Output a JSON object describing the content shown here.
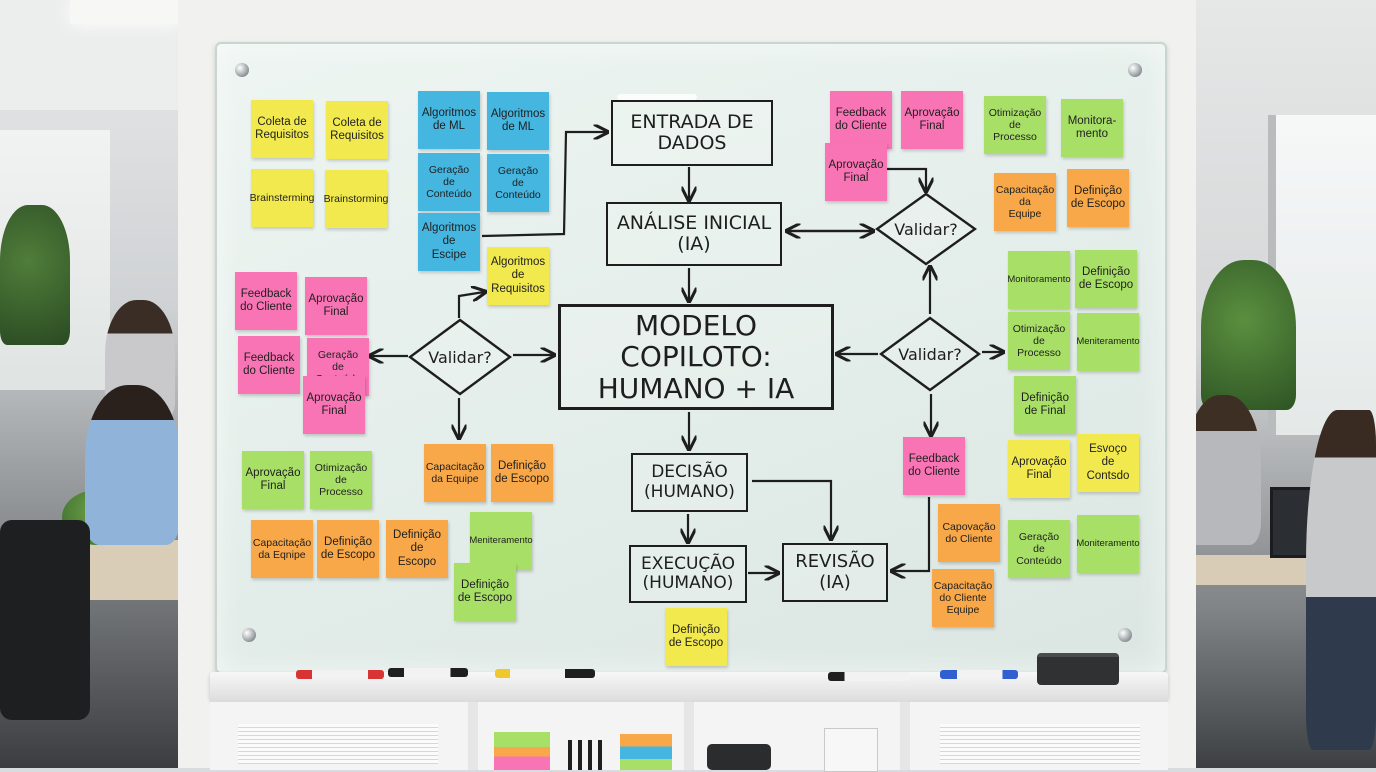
{
  "flow": {
    "entrada": "ENTRADA DE\nDADOS",
    "analise": "ANÁLISE INICIAL\n(IA)",
    "modelo": "MODELO COPILOTO:\nHUMANO + IA",
    "decisao": "DECISÃO\n(HUMANO)",
    "execucao": "EXECUÇÃO\n(HUMANO)",
    "revisao": "REVISÃO\n(IA)",
    "validar_left": "Validar?",
    "validar_top_right": "Validar?",
    "validar_right": "Validar?"
  },
  "notes": {
    "n1": "Coleta de\nRequisitos",
    "n2": "Coleta de\nRequisitos",
    "n3": "Brainsterming",
    "n4": "Brainstorming",
    "n5": "Algoritmos\nde ML",
    "n6": "Algoritmos\nde ML",
    "n7": "Geração\nde Conteúdo",
    "n8": "Geração\nde Conteúdo",
    "n9": "Algoritmos\nde\nEscipe",
    "n10": "Algoritmos\nde\nRequisitos",
    "n11": "Feedback\ndo Cliente",
    "n12": "Aprovação\nFinal",
    "n13": "Feedback\ndo Cliente",
    "n14": "Geração\nde Conteúdo",
    "n15": "Aprovação\nFinal",
    "n16": "Aprovação\nFinal",
    "n17": "Otimização\nde Processo",
    "n18": "Capacitação\nda Eqnipe",
    "n19": "Definição\nde Escopo",
    "n20": "Definição\nde\nEscopo",
    "n21": "Capacitação\nda Equipe",
    "n22": "Definição\nde Escopo",
    "n23": "Meniteramento",
    "n24": "Definição\nde Escopo",
    "n25": "Definição\nde Escopo",
    "n26": "Feedback\ndo Cliente",
    "n27": "Aprovação\nFinal",
    "n28": "Aprovação\nFinal",
    "n29": "Otimização\nde Processo",
    "n30": "Monitora-\nmento",
    "n31": "Capacitação\nda\nEquipe",
    "n32": "Definição\nde Escopo",
    "n33": "Monitoramento",
    "n34": "Definição\nde Escopo",
    "n35": "Otimização\nde Processo",
    "n36": "Meniteramento",
    "n37": "Definição\nde Final",
    "n38": "Feedback\ndo Cliente",
    "n39": "Aprovação\nFinal",
    "n40": "Esvoço\nde Contsdo",
    "n41": "Capovação\ndo Cliente",
    "n42": "Geração\nde Conteúdo",
    "n43": "Moniteramento",
    "n44": "Capacitação\ndo Cliente\nEquipe"
  },
  "colors": {
    "yellow": "#f2e94e",
    "pink": "#f874b4",
    "blue": "#45b6e0",
    "orange": "#f8a848",
    "green": "#a8e067",
    "ink": "#1e1e1e"
  }
}
